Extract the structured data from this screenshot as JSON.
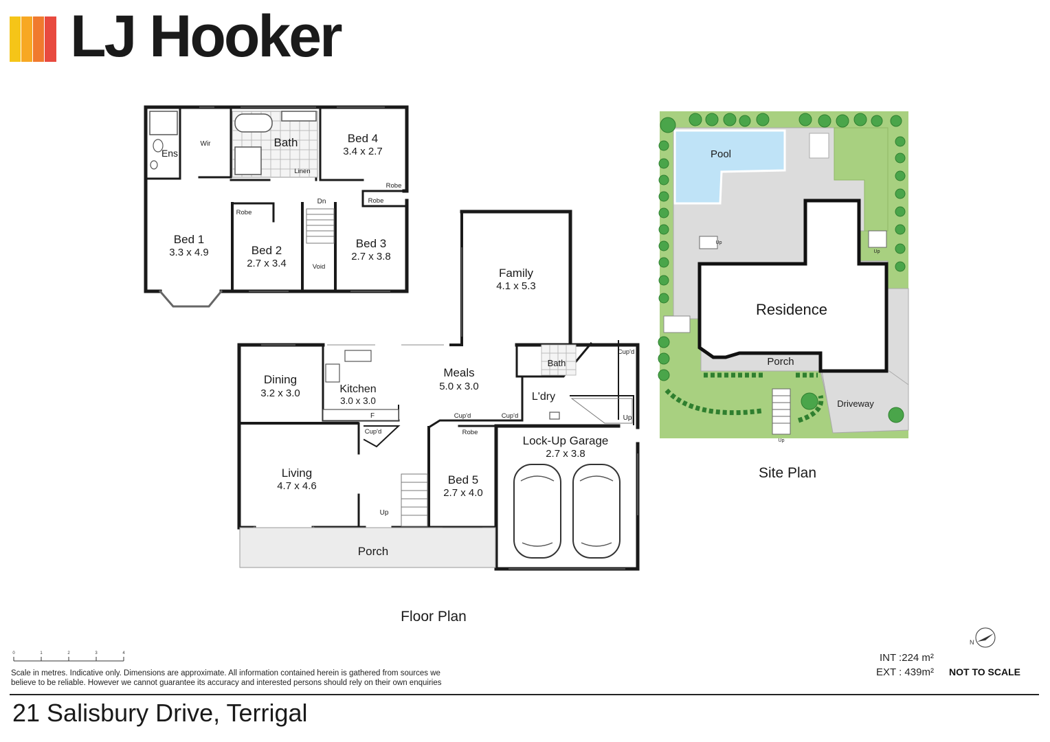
{
  "brand": {
    "name": "LJ Hooker",
    "colors": [
      "#f5c518",
      "#f7a823",
      "#f07a2e",
      "#e84a3f"
    ]
  },
  "floor_plan": {
    "caption": "Floor Plan",
    "upper": {
      "ens": "Ens",
      "wir": "Wir",
      "bath": "Bath",
      "bed4": {
        "name": "Bed 4",
        "dims": "3.4 x 2.7"
      },
      "linen": "Linen",
      "robe_a": "Robe",
      "robe_b": "Robe",
      "robe_c": "Robe",
      "dn": "Dn",
      "void": "Void",
      "bed1": {
        "name": "Bed 1",
        "dims": "3.3 x 4.9"
      },
      "bed2": {
        "name": "Bed 2",
        "dims": "2.7 x 3.4"
      },
      "bed3": {
        "name": "Bed 3",
        "dims": "2.7 x 3.8"
      }
    },
    "lower": {
      "family": {
        "name": "Family",
        "dims": "4.1 x 5.3"
      },
      "meals": {
        "name": "Meals",
        "dims": "5.0 x 3.0"
      },
      "dining": {
        "name": "Dining",
        "dims": "3.2 x 3.0"
      },
      "kitchen": {
        "name": "Kitchen",
        "dims": "3.0 x 3.0"
      },
      "fridge": "F",
      "cupd_a": "Cup'd",
      "cupd_b": "Cup'd",
      "cupd_c": "Cup'd",
      "cupd_d": "Cup'd",
      "bath": "Bath",
      "laundry": "L'dry",
      "up_a": "Up",
      "up_b": "Up",
      "robe": "Robe",
      "living": {
        "name": "Living",
        "dims": "4.7 x 4.6"
      },
      "bed5": {
        "name": "Bed 5",
        "dims": "2.7 x 4.0"
      },
      "garage": {
        "name": "Lock-Up Garage",
        "dims": "2.7 x 3.8"
      },
      "porch": "Porch"
    }
  },
  "site_plan": {
    "caption": "Site Plan",
    "pool": "Pool",
    "residence": "Residence",
    "porch": "Porch",
    "driveway": "Driveway",
    "up_a": "Up",
    "up_b": "Up",
    "up_c": "Up"
  },
  "scale_bar": {
    "ticks": [
      "0",
      "1",
      "2",
      "3",
      "4"
    ]
  },
  "disclaimer": "Scale in metres. Indicative only. Dimensions are approximate. All information contained herein is gathered from sources we believe to be reliable. However we cannot guarantee its accuracy and interested persons should rely on their own enquiries",
  "areas": {
    "int_label": "INT :",
    "int_value": "224 m²",
    "ext_label": "EXT :",
    "ext_value": "439m²"
  },
  "not_to_scale": "NOT TO SCALE",
  "compass": {
    "north": "N"
  },
  "address": "21 Salisbury Drive, Terrigal"
}
